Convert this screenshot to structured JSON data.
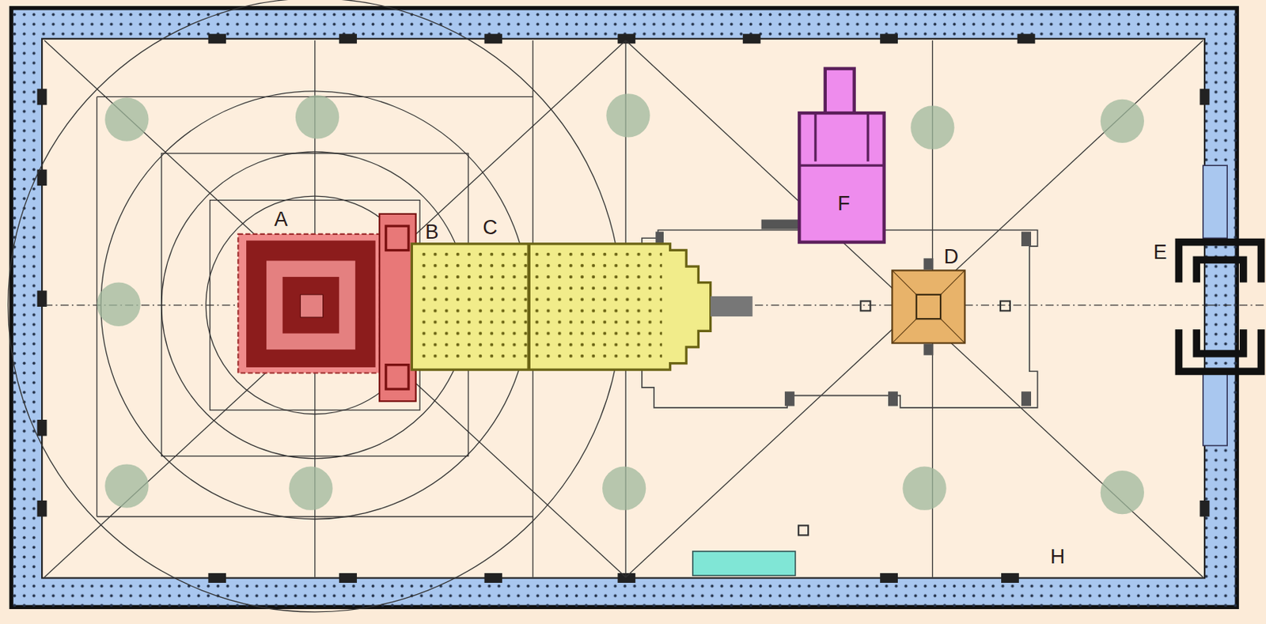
{
  "diagram": {
    "labels": [
      "A",
      "B",
      "C",
      "D",
      "E",
      "F",
      "H"
    ]
  }
}
